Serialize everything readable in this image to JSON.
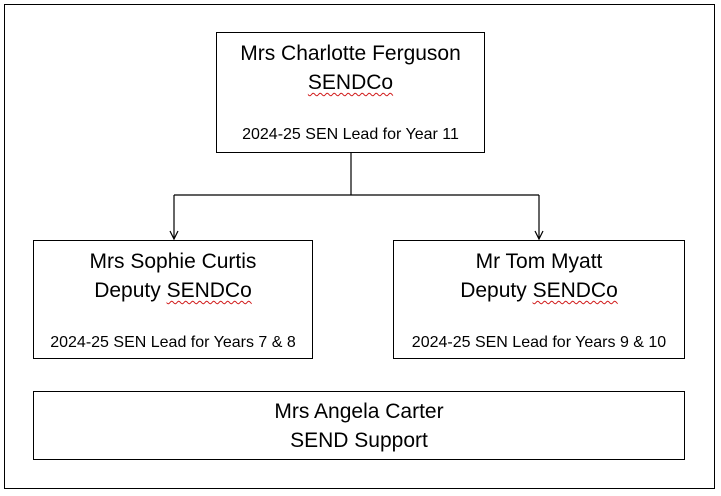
{
  "chart": {
    "head": {
      "name": "Mrs Charlotte Ferguson",
      "role": "SENDCo",
      "lead": "2024-25 SEN Lead for Year 11"
    },
    "deputy_left": {
      "name": "Mrs Sophie Curtis",
      "role_prefix": "Deputy ",
      "role": "SENDCo",
      "lead": "2024-25 SEN Lead for Years 7 & 8"
    },
    "deputy_right": {
      "name": "Mr Tom Myatt",
      "role_prefix": "Deputy ",
      "role": "SENDCo",
      "lead": "2024-25 SEN Lead for Years 9 & 10"
    },
    "support": {
      "name": "Mrs Angela Carter",
      "role": "SEND Support"
    }
  },
  "colors": {
    "line": "#000000",
    "spellcheck_underline": "#d01818"
  }
}
